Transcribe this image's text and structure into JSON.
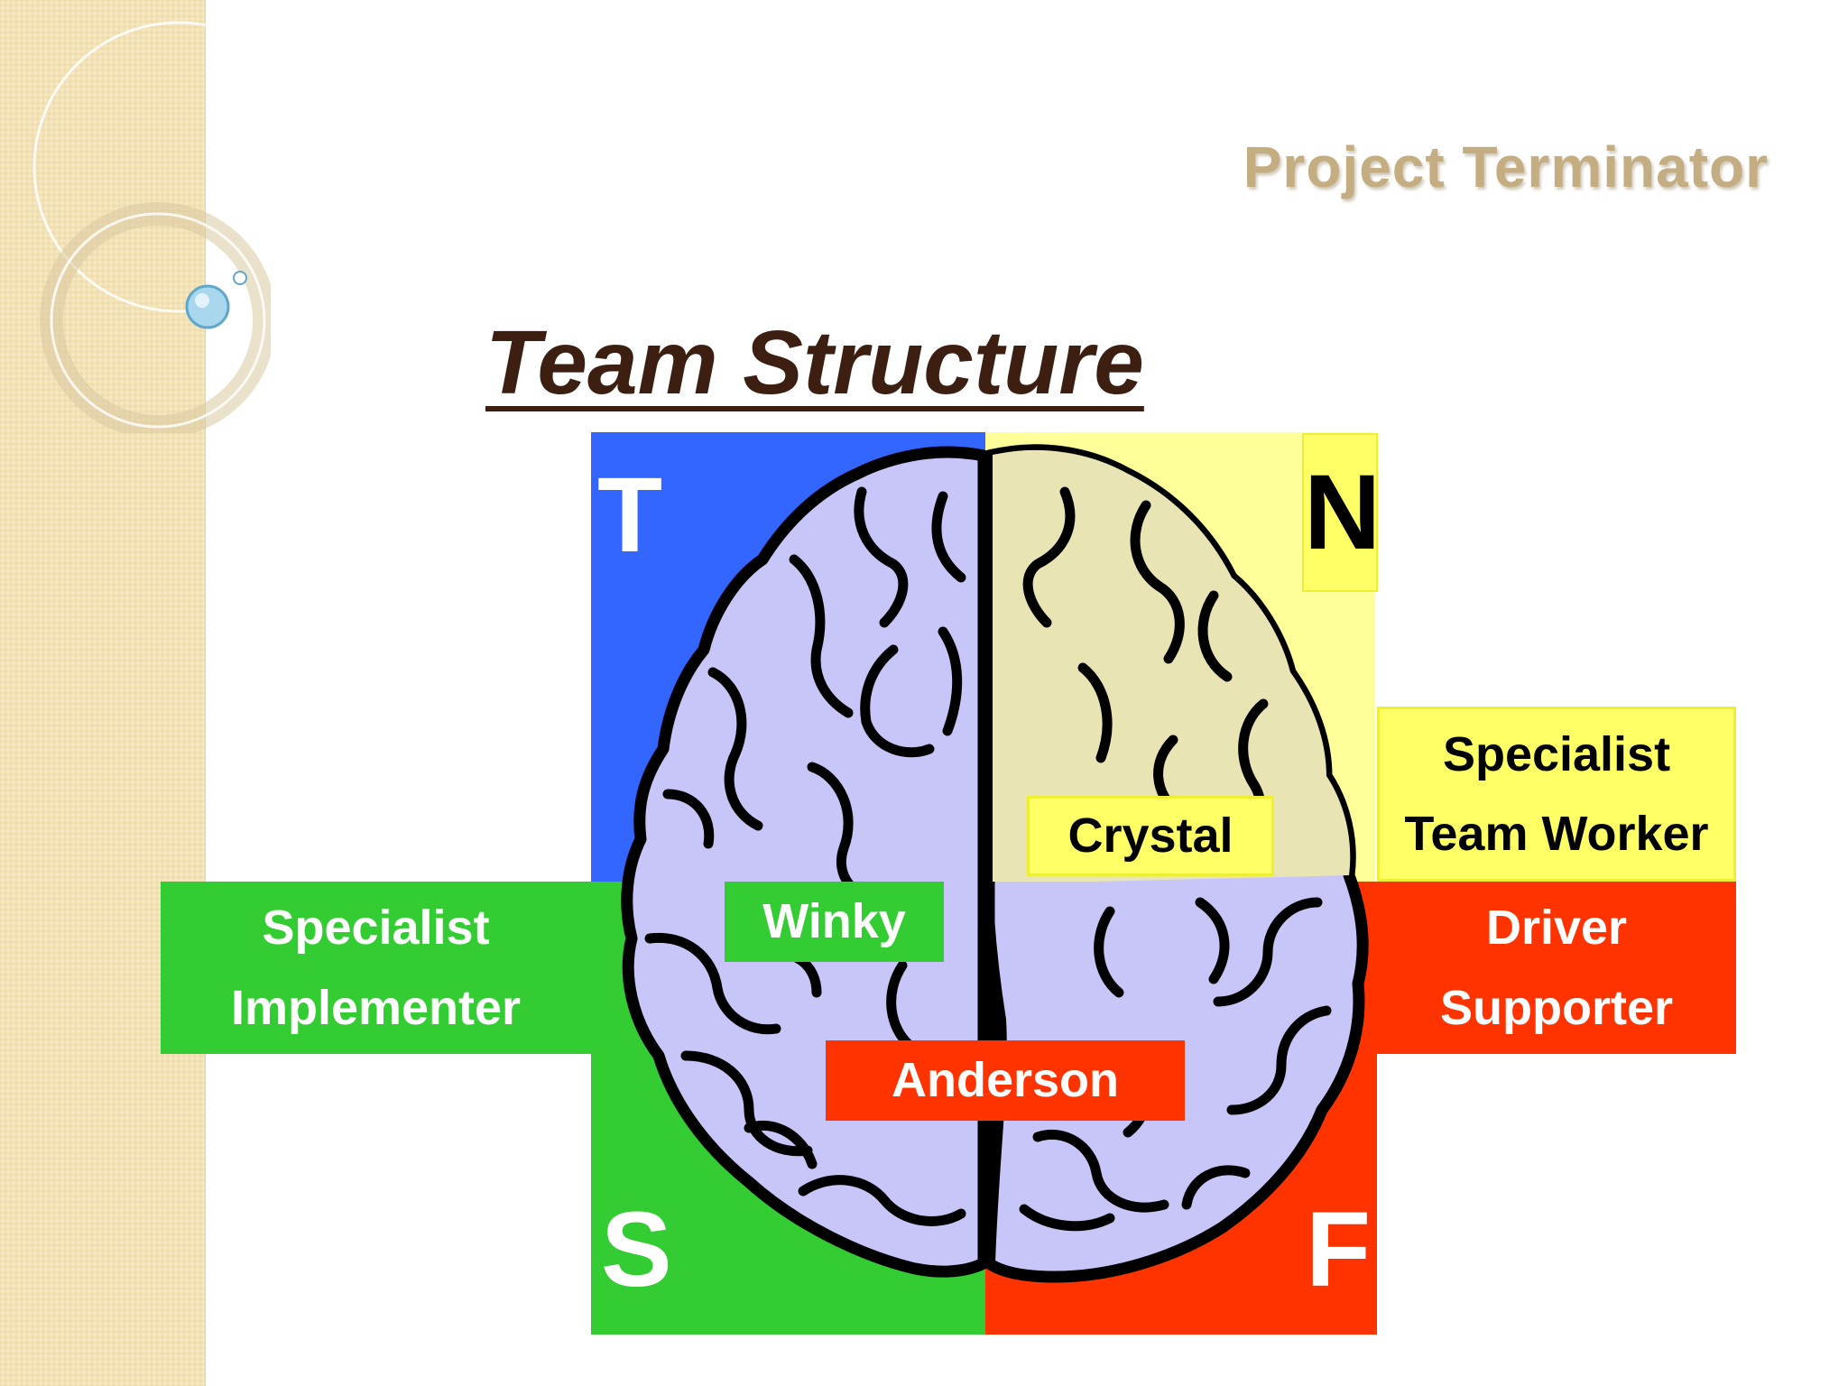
{
  "header": {
    "title": "Project Terminator"
  },
  "slide": {
    "title": "Team Structure"
  },
  "quadrants": {
    "t": {
      "letter": "T",
      "color": "#3366ff"
    },
    "n": {
      "letter": "N",
      "color": "#ffff99"
    },
    "s": {
      "letter": "S",
      "color": "#33cc33"
    },
    "f": {
      "letter": "F",
      "color": "#ff3300"
    }
  },
  "roles": {
    "sensing": {
      "line1": "Specialist",
      "line2": "Implementer",
      "color": "#33cc33"
    },
    "intuition": {
      "line1": "Specialist",
      "line2": "Team Worker",
      "color": "#ffff66"
    },
    "feeling": {
      "line1": "Driver",
      "line2": "Supporter",
      "color": "#ff3300"
    }
  },
  "members": {
    "crystal": "Crystal",
    "winky": "Winky",
    "anderson": "Anderson"
  },
  "icons": {
    "brain": "brain-icon"
  }
}
